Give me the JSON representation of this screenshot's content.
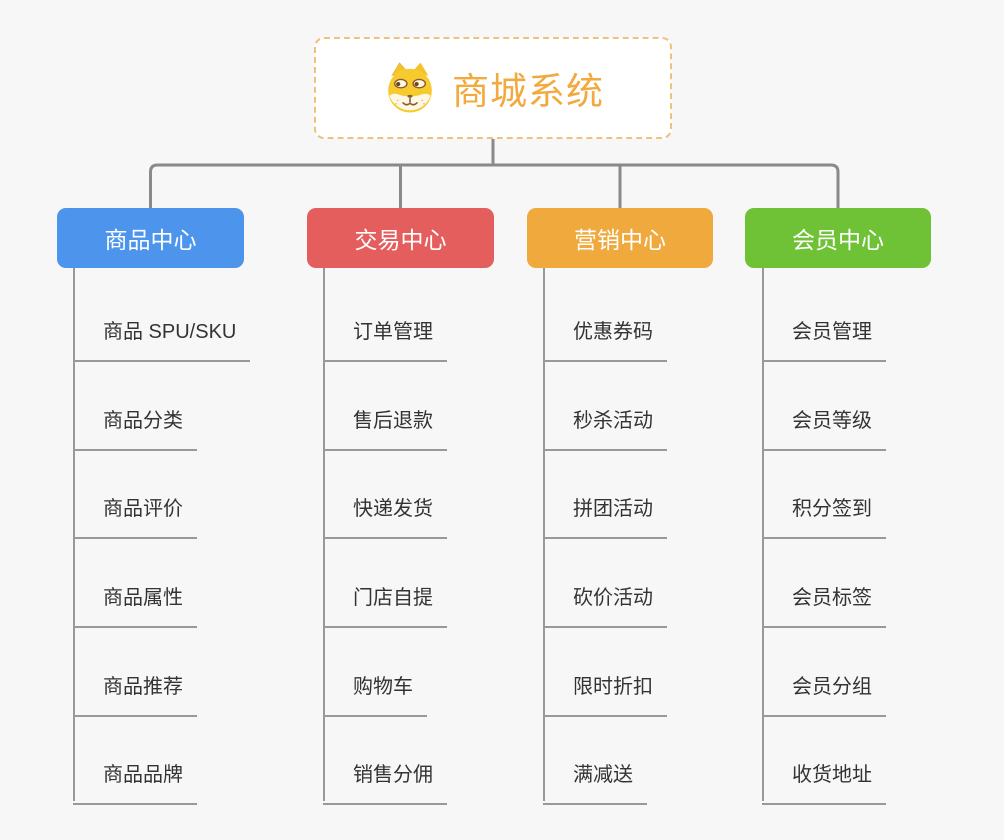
{
  "page": {
    "background_color": "#f7f7f7",
    "connector_color": "#8a8a8a",
    "line_color": "#999999"
  },
  "root": {
    "title": "商城系统",
    "icon": "dog-face-icon",
    "title_color": "#f2a93e",
    "border_color": "#ecc27e"
  },
  "branches": [
    {
      "label": "商品中心",
      "color": "#4d95ec",
      "children": [
        "商品 SPU/SKU",
        "商品分类",
        "商品评价",
        "商品属性",
        "商品推荐",
        "商品品牌"
      ]
    },
    {
      "label": "交易中心",
      "color": "#e55e5e",
      "children": [
        "订单管理",
        "售后退款",
        "快递发货",
        "门店自提",
        "购物车",
        "销售分佣"
      ]
    },
    {
      "label": "营销中心",
      "color": "#efa93c",
      "children": [
        "优惠券码",
        "秒杀活动",
        "拼团活动",
        "砍价活动",
        "限时折扣",
        "满减送"
      ]
    },
    {
      "label": "会员中心",
      "color": "#6fc236",
      "children": [
        "会员管理",
        "会员等级",
        "积分签到",
        "会员标签",
        "会员分组",
        "收货地址"
      ]
    }
  ]
}
